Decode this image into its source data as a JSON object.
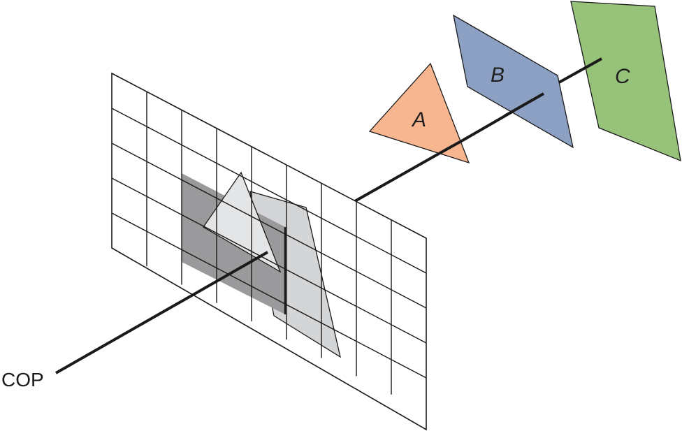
{
  "labels": {
    "cop": "COP",
    "shape_a": "A",
    "shape_b": "B",
    "shape_c": "C"
  },
  "colors": {
    "shape_a_fill": "#f8b690",
    "shape_b_fill": "#8ca0c4",
    "shape_c_fill": "#97c27a",
    "projection_dark": "#9a9a9c",
    "projection_light": "#d4d5d7",
    "projection_triangle": "#e4e5e7",
    "outline": "#1a1a1a"
  },
  "grid": {
    "rows": 5,
    "cols": 9
  }
}
